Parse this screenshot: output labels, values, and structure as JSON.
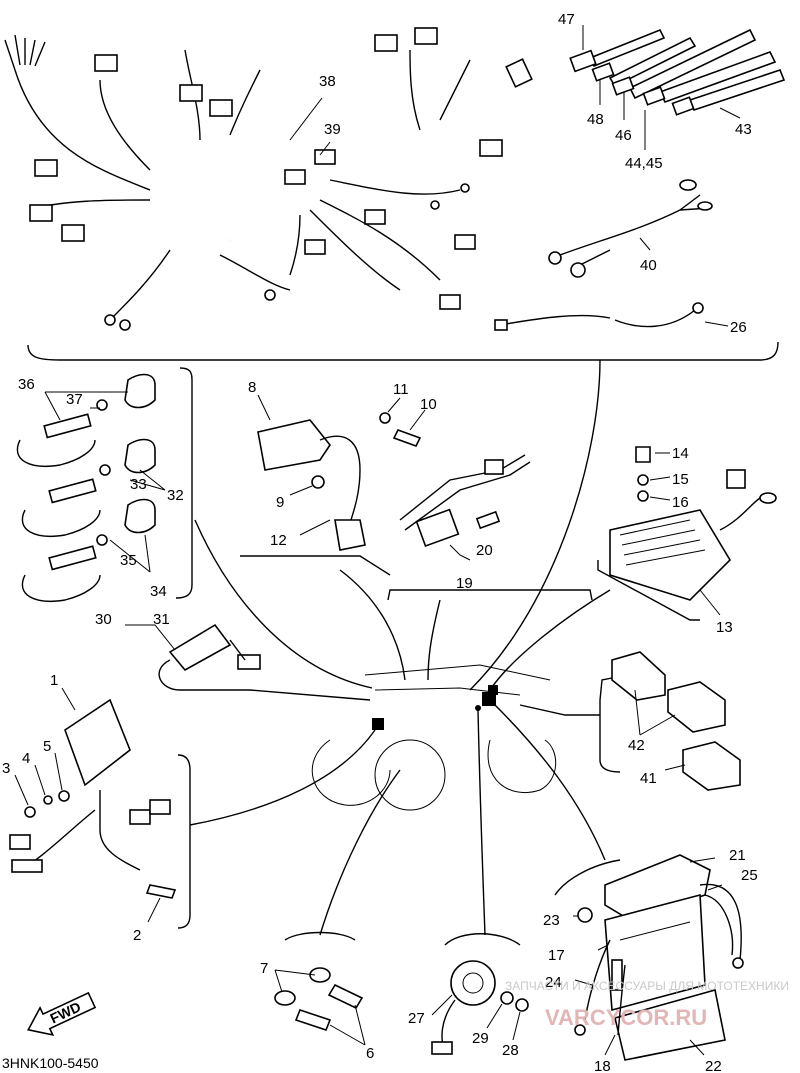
{
  "diagram_code": "3HNK100-5450",
  "fwd_label": "FWD",
  "watermark": {
    "line1": "ЗАПЧАСТИ И АКСЕССУАРЫ ДЛЯ МОТОТЕХНИКИ",
    "line2": "VARCYCOR.RU"
  },
  "callouts": {
    "c1": "1",
    "c2": "2",
    "c3": "3",
    "c4": "4",
    "c5": "5",
    "c6": "6",
    "c7": "7",
    "c8": "8",
    "c9": "9",
    "c10": "10",
    "c11": "11",
    "c12": "12",
    "c13": "13",
    "c14": "14",
    "c15": "15",
    "c16": "16",
    "c17": "17",
    "c18": "18",
    "c19": "19",
    "c20": "20",
    "c21": "21",
    "c22": "22",
    "c23": "23",
    "c24": "24",
    "c25": "25",
    "c26": "26",
    "c27": "27",
    "c28": "28",
    "c29": "29",
    "c30": "30",
    "c31": "31",
    "c32": "32",
    "c33": "33",
    "c34": "34",
    "c35": "35",
    "c36": "36",
    "c37": "37",
    "c38": "38",
    "c39": "39",
    "c40": "40",
    "c41": "41",
    "c42": "42",
    "c43": "43",
    "c44_45": "44,45",
    "c46": "46",
    "c47": "47",
    "c48": "48"
  }
}
